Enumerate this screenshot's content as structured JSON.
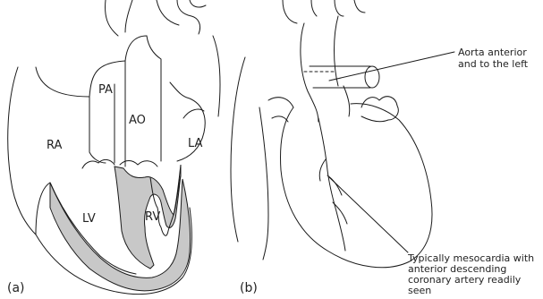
{
  "panel_a": {
    "marker": "(a)",
    "labels": {
      "pa": "PA",
      "ao": "AO",
      "ra": "RA",
      "la": "LA",
      "lv": "LV",
      "rv": "RV"
    }
  },
  "panel_b": {
    "marker": "(b)",
    "aorta_note": [
      "Aorta anterior",
      "and to the left"
    ],
    "mesocardia_note": [
      "Typically mesocardia with",
      "anterior descending",
      "coronary artery readily",
      "seen"
    ]
  },
  "colors": {
    "shaded_myocardium": "#c8c8c8",
    "line": "#1a1a1a"
  }
}
